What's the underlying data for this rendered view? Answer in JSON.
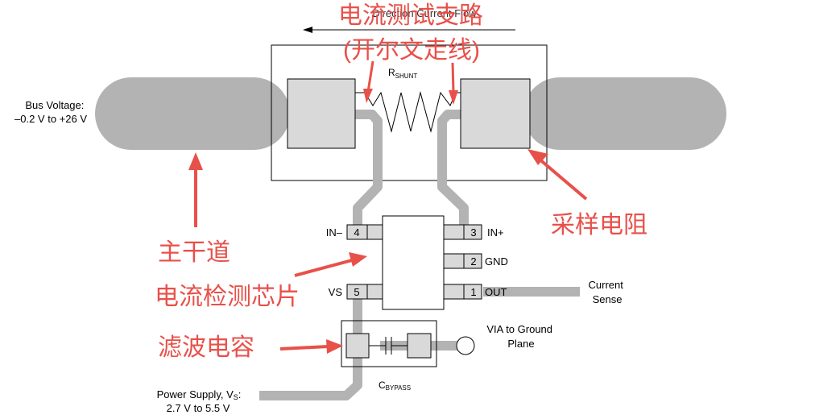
{
  "diagram": {
    "direction_label": "Direction Current Flow",
    "rshunt": {
      "main": "R",
      "sub": "SHUNT"
    },
    "bus_voltage": {
      "line1": "Bus Voltage:",
      "line2": "–0.2 V to +26 V"
    },
    "pins": [
      {
        "num": "4",
        "label": "IN–"
      },
      {
        "num": "3",
        "label": "IN+"
      },
      {
        "num": "2",
        "label": "GND"
      },
      {
        "num": "5",
        "label": "VS"
      },
      {
        "num": "1",
        "label": "OUT"
      }
    ],
    "current_sense": {
      "line1": "Current",
      "line2": "Sense"
    },
    "via_ground": {
      "line1": "VIA to Ground",
      "line2": "Plane"
    },
    "cbypass": {
      "main": "C",
      "sub": "BYPASS"
    },
    "power_supply": {
      "line1_main": "Power Supply, V",
      "line1_sub": "S",
      "line1_end": ":",
      "line2": "2.7 V to 5.5 V"
    }
  },
  "annotations": {
    "test_path_line1": "电流测试支路",
    "test_path_line2": "(开尔文走线)",
    "shunt_resistor": "采样电阻",
    "main_trunk": "主干道",
    "sense_chip": "电流检测芯片",
    "filter_cap": "滤波电容"
  },
  "colors": {
    "trace": "#b3b3b3",
    "pad": "#d9d9d9",
    "outline": "#000000",
    "annotation": "#e8504a"
  }
}
